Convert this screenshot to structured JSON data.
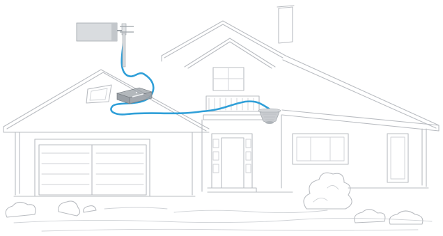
{
  "colors": {
    "sketch": "#b9bcc1",
    "cable": "#2f9fd8",
    "antenna_body": "#d9dcdf",
    "booster_body": "#9aa0a6",
    "dome_body": "#c9ccd0",
    "background": "#ffffff"
  },
  "components": {
    "outdoor_antenna": {
      "icon": "yagi-panel-antenna"
    },
    "signal_booster": {
      "icon": "booster-amplifier"
    },
    "indoor_antenna": {
      "icon": "ceiling-dome-antenna"
    },
    "cable": {
      "icon": "coaxial-cable"
    }
  },
  "labels": {}
}
